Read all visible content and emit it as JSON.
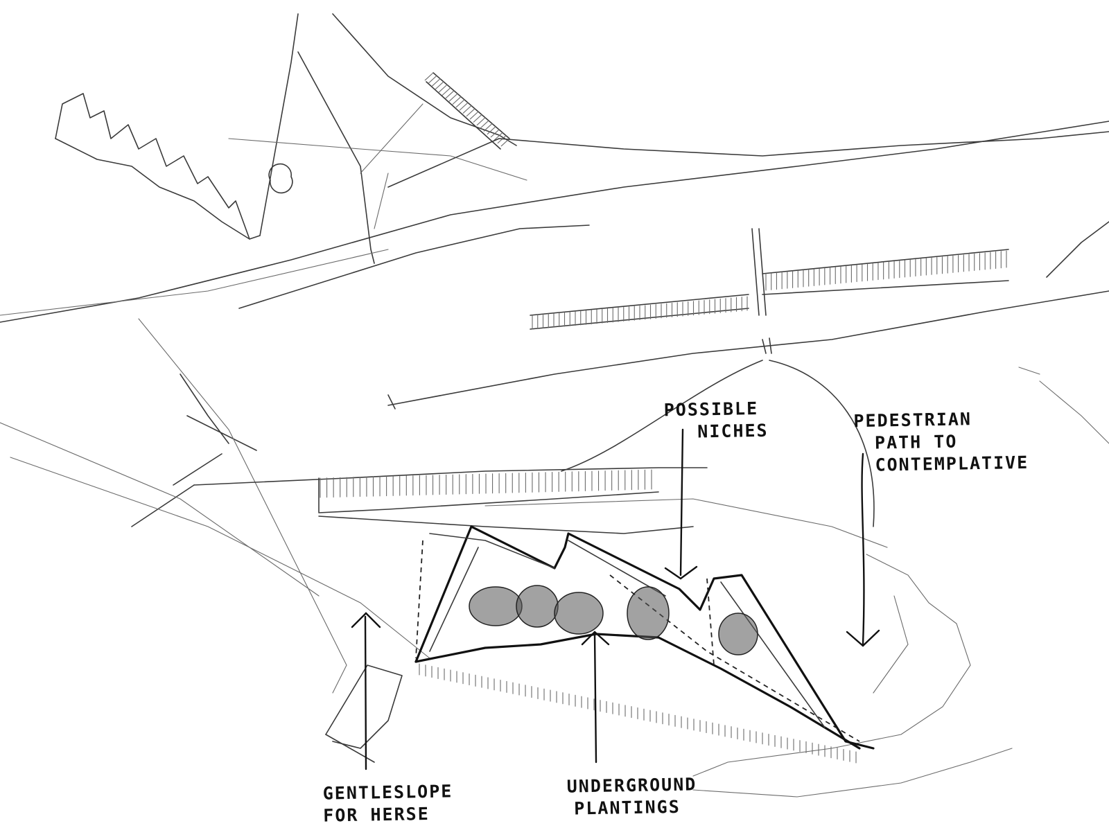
{
  "annotations": {
    "possible_niches": [
      "POSSIBLE",
      "NICHES"
    ],
    "pedestrian_path": [
      "PEDESTRIAN",
      "PATH TO",
      "CONTEMPLATIVE"
    ],
    "gentle_slope": [
      "GENTLESLOPE",
      "FOR HERSE"
    ],
    "underground_plantings": [
      "UNDERGROUND",
      "PLANTINGS"
    ]
  },
  "colors": {
    "ink": "#111111",
    "pencil": "#3a3a3a",
    "paper": "#ffffff"
  }
}
